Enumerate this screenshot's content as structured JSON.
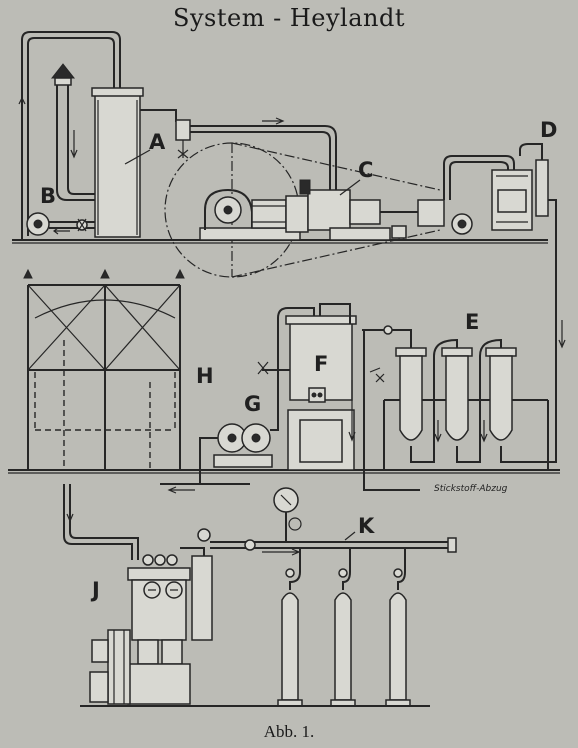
{
  "title": "System - Heylandt",
  "caption": "Abb. 1.",
  "labels": {
    "A": "A",
    "B": "B",
    "C": "C",
    "D": "D",
    "E": "E",
    "F": "F",
    "G": "G",
    "H": "H",
    "J": "J",
    "K": "K"
  },
  "outlet_note": "Stickstoff-Abzug"
}
